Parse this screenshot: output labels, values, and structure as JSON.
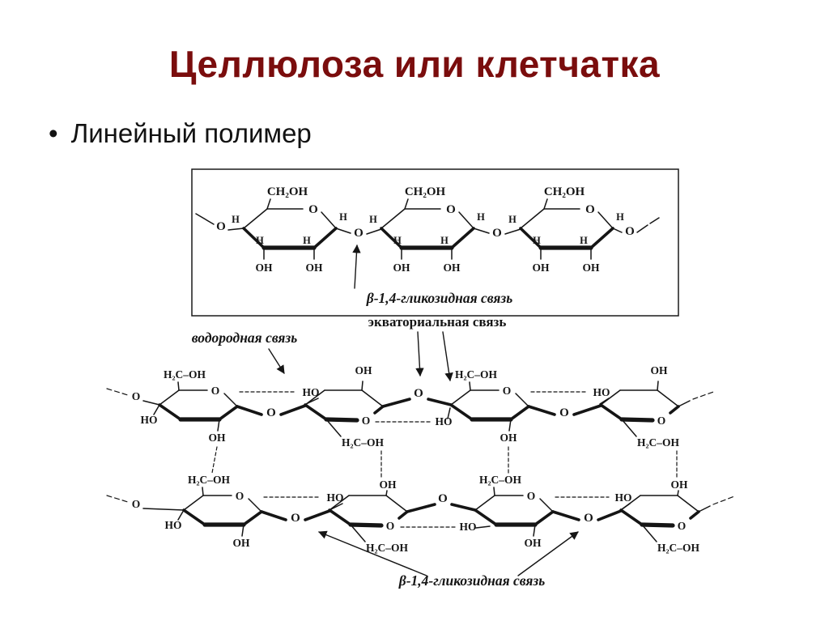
{
  "slide": {
    "title": "Целлюлоза или клетчатка",
    "bullet_marker": "•",
    "bullet": "Линейный полимер"
  },
  "labels": {
    "ch2oh": "CH₂OH",
    "h2c_oh": "H₂C–OH",
    "oh": "OH",
    "ho": "HO",
    "o": "O",
    "h": "H"
  },
  "captions": {
    "glycosidic_top": "β-1,4-гликозидная связь",
    "equatorial": "экваториальная связь",
    "hydrogen": "водородная связь",
    "glycosidic_bottom": "β-1,4-гликозидная связь"
  }
}
